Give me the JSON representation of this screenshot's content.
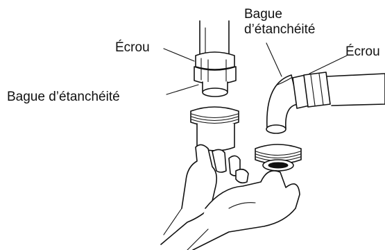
{
  "labels": {
    "ecrou_left": "Écrou",
    "bague_left": "Bague d’étanchéité",
    "bague_top_line1": "Bague",
    "bague_top_line2": "d’étanchéité",
    "ecrou_right": "Écrou"
  }
}
